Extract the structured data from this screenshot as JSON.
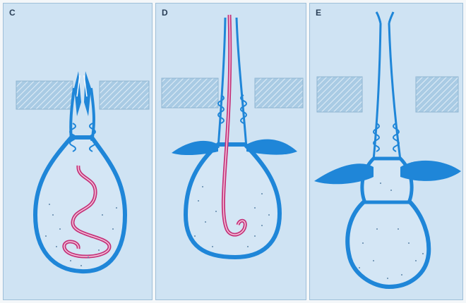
{
  "panels": [
    {
      "letter": "C"
    },
    {
      "letter": "D"
    },
    {
      "letter": "E"
    }
  ],
  "colors": {
    "panel_background": "#cfe3f3",
    "outline": "#1f86d8",
    "membrane_fill": "#1f86d8",
    "band_hatch": "#bcd7ea",
    "band_fill": "#a9cbe4",
    "tube": "#c4337a",
    "speckle": "#5f86a8"
  }
}
